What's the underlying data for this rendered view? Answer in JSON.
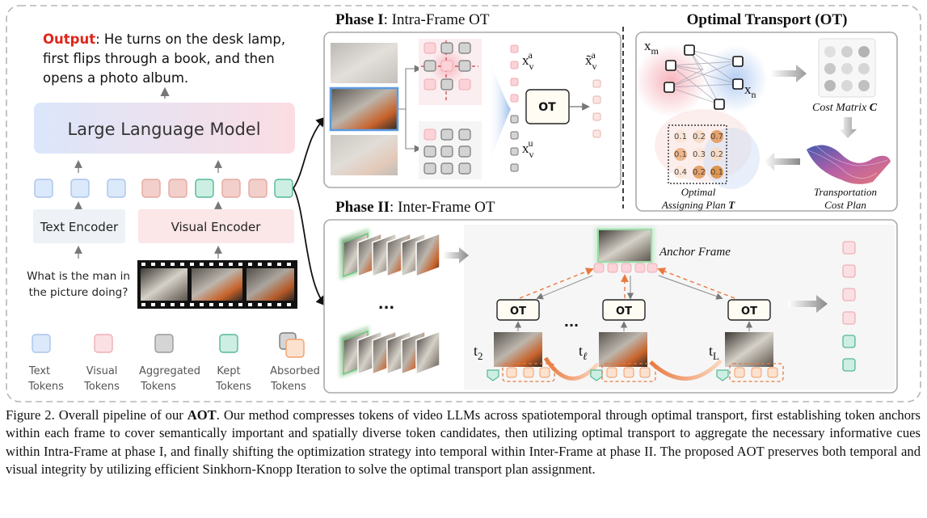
{
  "left": {
    "output_label": "Output",
    "output_lines": [
      "He turns on the desk lamp,",
      "first flips through a book, and then",
      "opens a photo album."
    ],
    "llm_label": "Large Language Model",
    "text_encoder": "Text Encoder",
    "visual_encoder": "Visual Encoder",
    "question_lines": [
      "What is the man in",
      "the picture doing?"
    ]
  },
  "legend": {
    "items": [
      {
        "line1": "Text",
        "line2": "Tokens",
        "color": "#dce9fb",
        "stroke": "#a9c4ec"
      },
      {
        "line1": "Visual",
        "line2": "Tokens",
        "color": "#fbe0e3",
        "stroke": "#eeb0b8"
      },
      {
        "line1": "Aggregated",
        "line2": "Tokens",
        "color": "#d5d5d5",
        "stroke": "#9a9a9a"
      },
      {
        "line1": "Kept",
        "line2": "Tokens",
        "color": "#cdeee2",
        "stroke": "#55b896"
      },
      {
        "line1": "Absorbed",
        "line2": "Tokens",
        "color": "#fde1cf",
        "stroke": "#f1a06c"
      }
    ]
  },
  "phase1": {
    "title_bold": "Phase I",
    "title_rest": ": Intra-Frame OT",
    "xa_label": "x",
    "xa_sub": "v",
    "xa_sup": "a",
    "xu_label": "x",
    "xu_sub": "v",
    "xu_sup": "u",
    "xt_label": "x̃",
    "xt_sub": "v",
    "xt_sup": "a",
    "ot_label": "OT"
  },
  "ot_panel": {
    "title": "Optimal Transport (OT)",
    "xm_label": "x",
    "xm_sub": "m",
    "xn_label": "x",
    "xn_sub": "n",
    "cost_matrix_label": "Cost Matrix ",
    "cost_matrix_symbol": "C",
    "plan_label_line1": "Optimal",
    "plan_label_line2": "Assigning Plan ",
    "plan_symbol": "T",
    "transport_line1": "Transportation",
    "transport_line2": "Cost Plan",
    "matrix_values": [
      "0.1",
      "0.2",
      "0.7",
      "0.1",
      "0.3",
      "0.2",
      "0.4",
      "0.2",
      "0.1"
    ]
  },
  "phase2": {
    "title_bold": "Phase II",
    "title_rest": ": Inter-Frame OT",
    "anchor_label": "Anchor Frame",
    "ot_label": "OT",
    "ellipsis": "...",
    "t2_base": "t",
    "t2_sub": "2",
    "tl_base": "t",
    "tl_sub": "ℓ",
    "tL_base": "t",
    "tL_sub": "L"
  },
  "caption": {
    "fig": "Figure 2. Overall pipeline of our ",
    "name": "AOT",
    "text": ". Our method compresses tokens of video LLMs across spatiotemporal through optimal transport, first establishing token anchors within each frame to cover semantically important and spatially diverse token candidates, then utilizing optimal transport to aggregate the necessary informative cues within Intra-Frame at phase I, and finally shifting the optimization strategy into temporal within Inter-Frame at phase II. The proposed AOT preserves both temporal and visual integrity by utilizing efficient Sinkhorn-Knopp Iteration to solve the optimal transport plan assignment."
  }
}
